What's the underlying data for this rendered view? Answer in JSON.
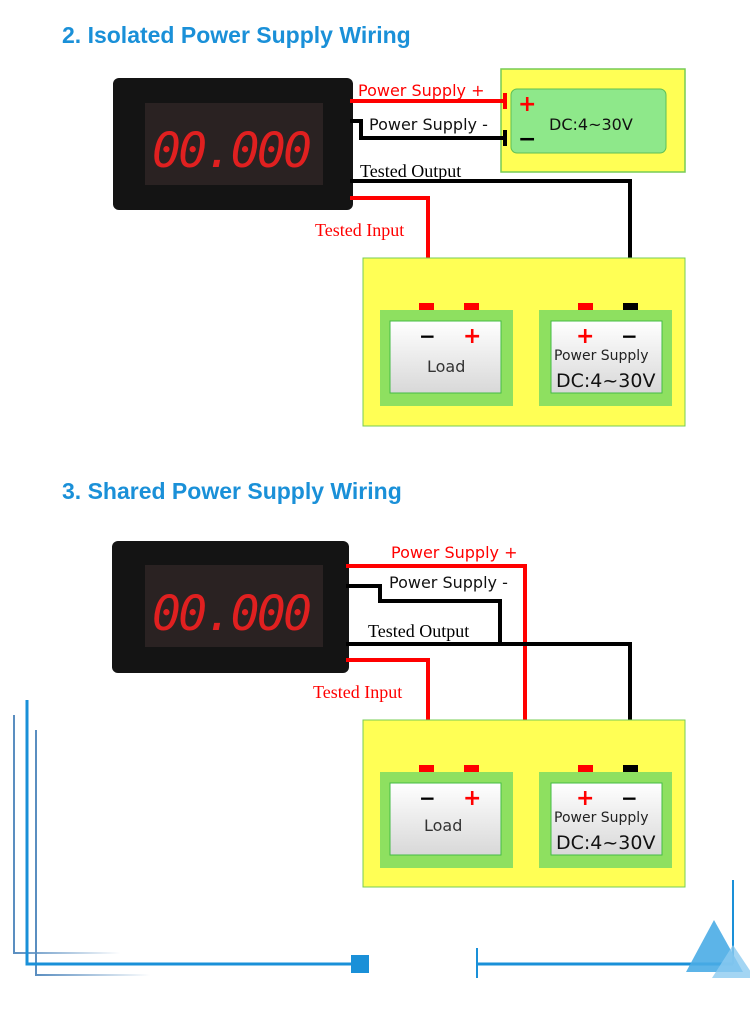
{
  "sections": [
    {
      "title": "2. Isolated Power Supply Wiring",
      "meter_display": "00.000",
      "wire_labels": {
        "power_plus": "Power Supply +",
        "power_minus": "Power Supply -",
        "tested_output": "Tested Output",
        "tested_input": "Tested Input"
      },
      "meter_supply": {
        "plus": "+",
        "minus": "−",
        "label": "DC:4~30V"
      },
      "load": {
        "minus": "−",
        "plus": "+",
        "label": "Load"
      },
      "supply": {
        "plus": "+",
        "minus": "−",
        "label": "Power Supply",
        "voltage": "DC:4~30V"
      }
    },
    {
      "title": "3. Shared Power Supply Wiring",
      "meter_display": "00.000",
      "wire_labels": {
        "power_plus": "Power Supply +",
        "power_minus": "Power Supply -",
        "tested_output": "Tested Output",
        "tested_input": "Tested Input"
      },
      "load": {
        "minus": "−",
        "plus": "+",
        "label": "Load"
      },
      "supply": {
        "plus": "+",
        "minus": "−",
        "label": "Power Supply",
        "voltage": "DC:4~30V"
      }
    }
  ],
  "colors": {
    "accent": "#1a90d8",
    "wire_red": "#ff0000",
    "wire_black": "#000000",
    "board_yellow": "#ffff55",
    "box_green": "#8ee07a"
  }
}
